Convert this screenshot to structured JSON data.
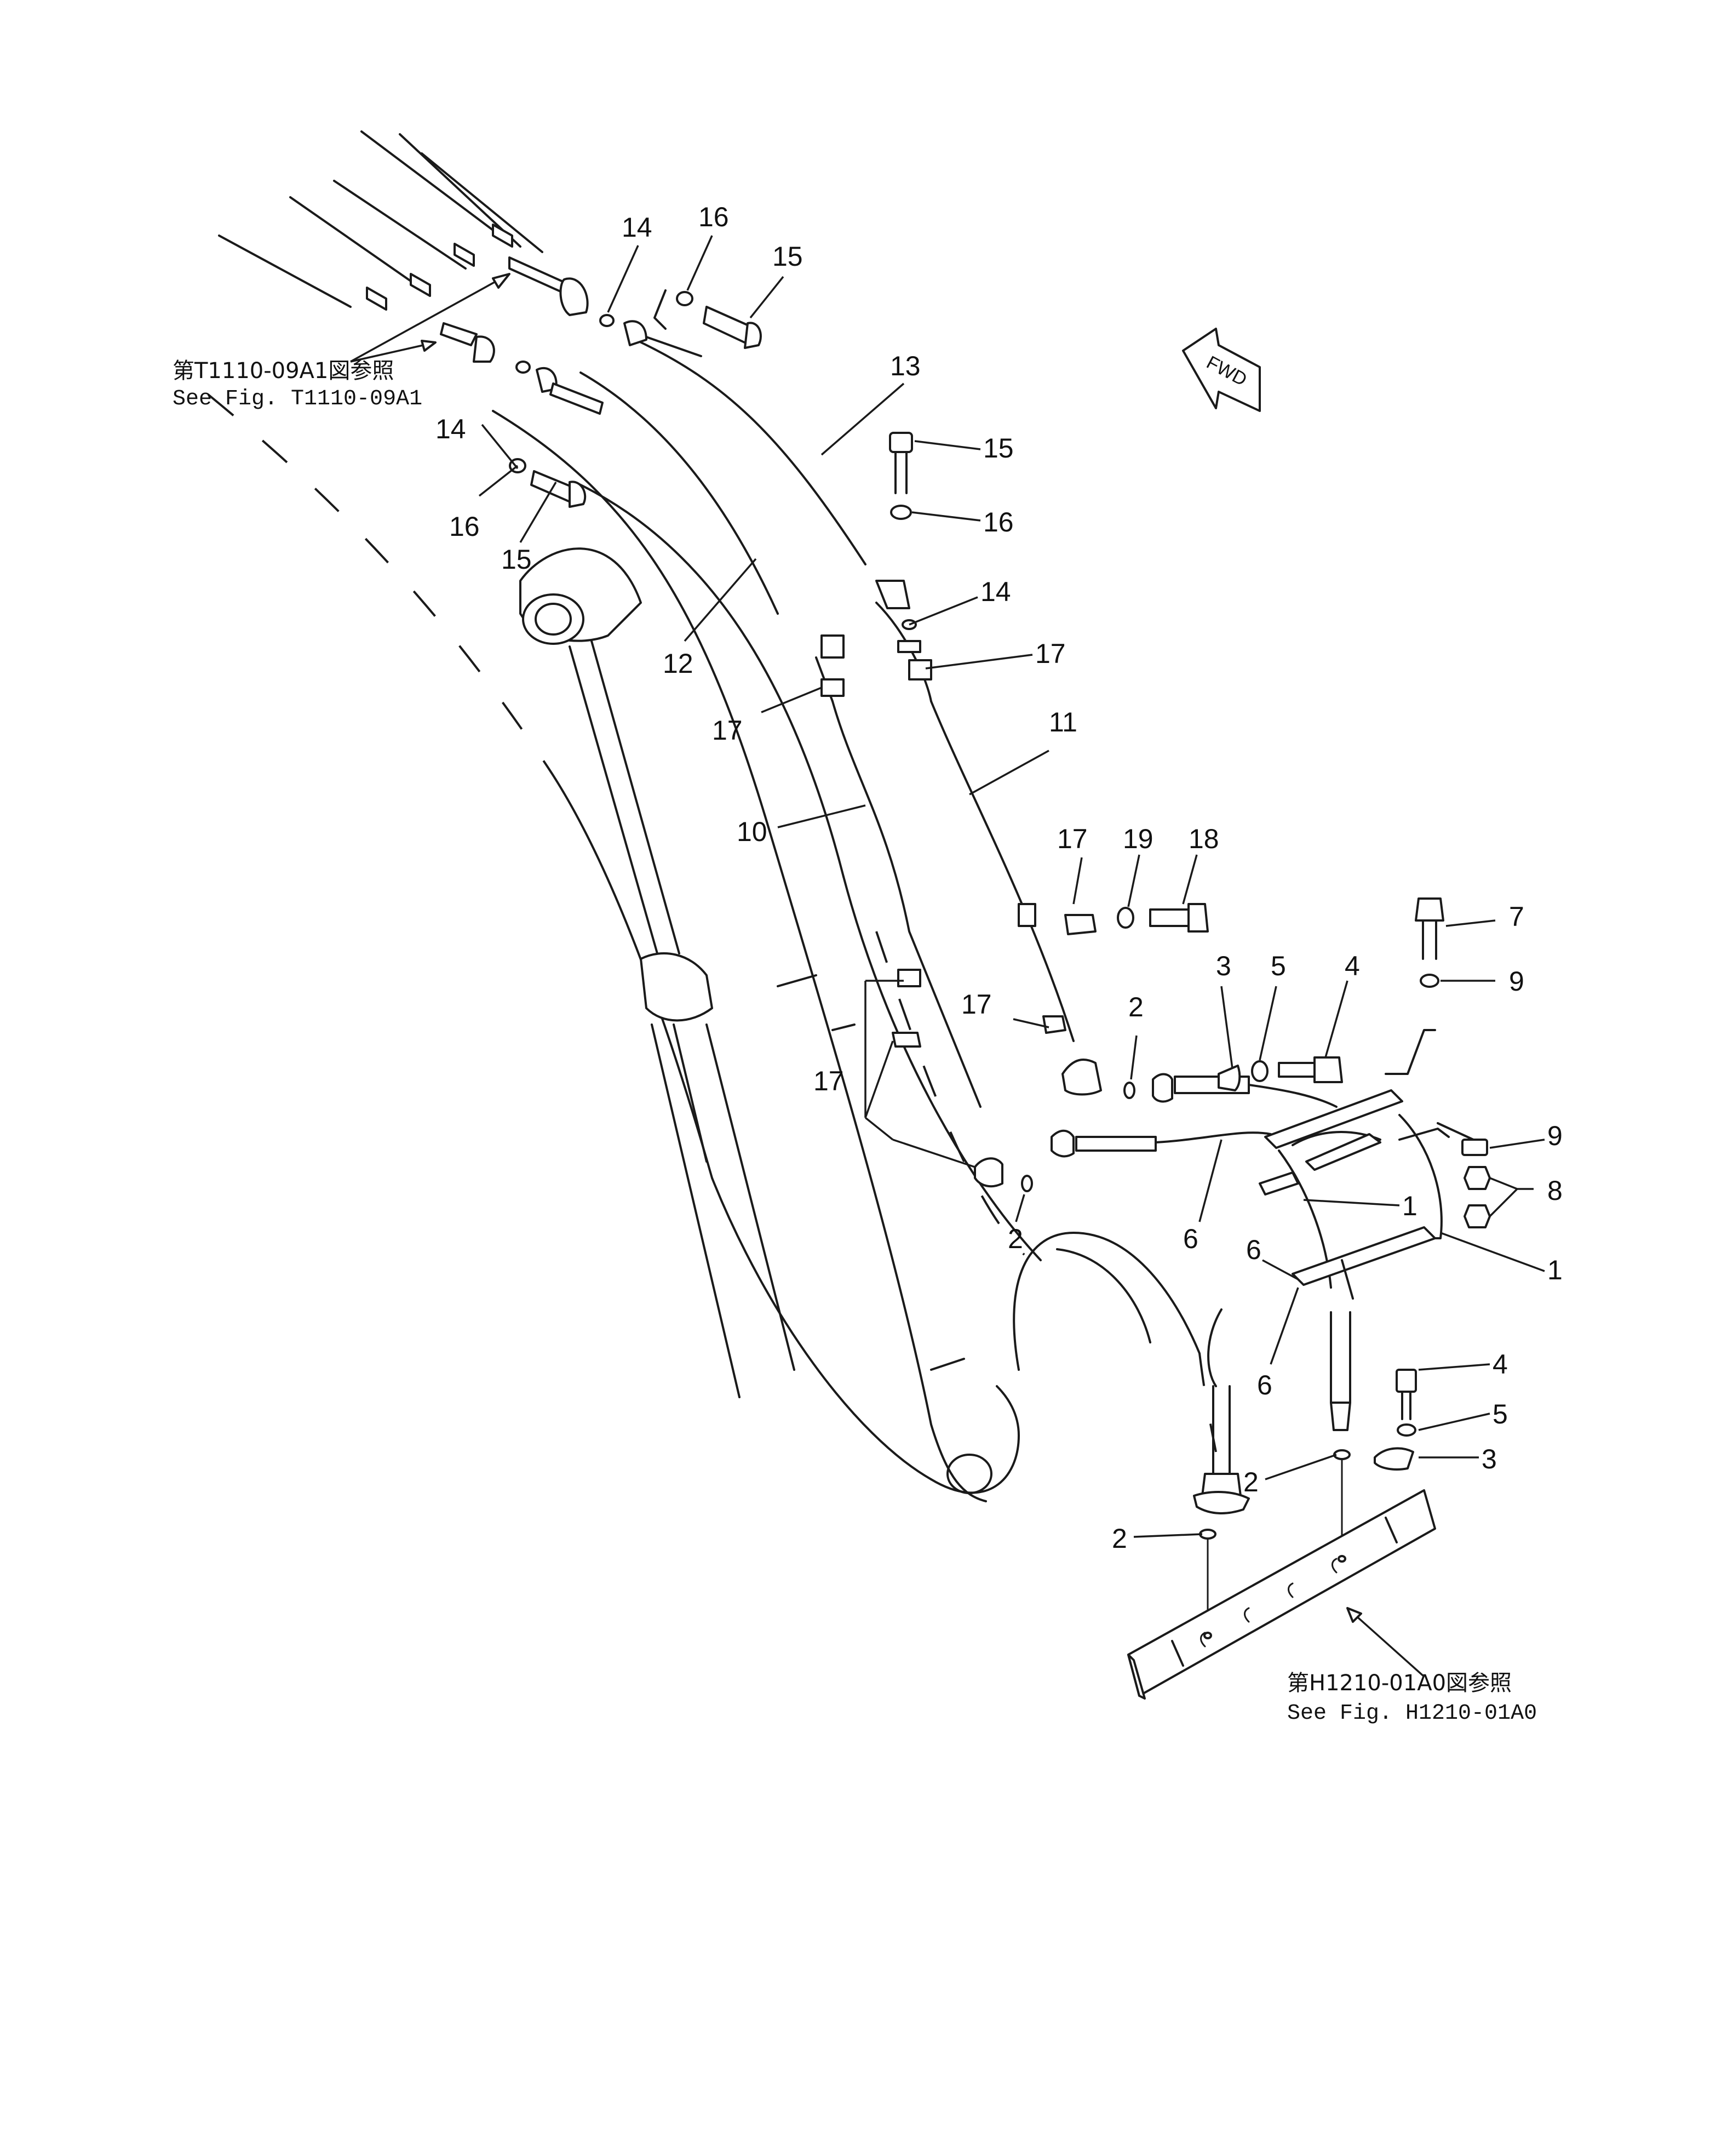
{
  "figure": {
    "ref_top": {
      "jp": "第T1110-09A1図参照",
      "en": "See Fig. T1110-09A1"
    },
    "ref_bottom": {
      "jp": "第H1210-01A0図参照",
      "en": "See Fig. H1210-01A0"
    },
    "direction_label": "FWD"
  },
  "callouts": {
    "c14a": "14",
    "c16a": "16",
    "c15a": "15",
    "c13": "13",
    "c15b": "15",
    "c16b": "16",
    "c14b": "14",
    "c17a": "17",
    "c14c": "14",
    "c16c": "16",
    "c15c": "15",
    "c12": "12",
    "c17b": "17",
    "c11": "11",
    "c10": "10",
    "c17c": "17",
    "c19": "19",
    "c18": "18",
    "c7": "7",
    "c9a": "9",
    "c3a": "3",
    "c5a": "5",
    "c4a": "4",
    "c17d": "17",
    "c2a": "2",
    "c17e": "17",
    "c9b": "9",
    "c8": "8",
    "c1a": "1",
    "c1b": "1",
    "c2b": "2",
    "c6a": "6",
    "c6b": "6",
    "c6c": "6",
    "c4b": "4",
    "c5b": "5",
    "c3b": "3",
    "c2c": "2",
    "c2d": "2"
  }
}
